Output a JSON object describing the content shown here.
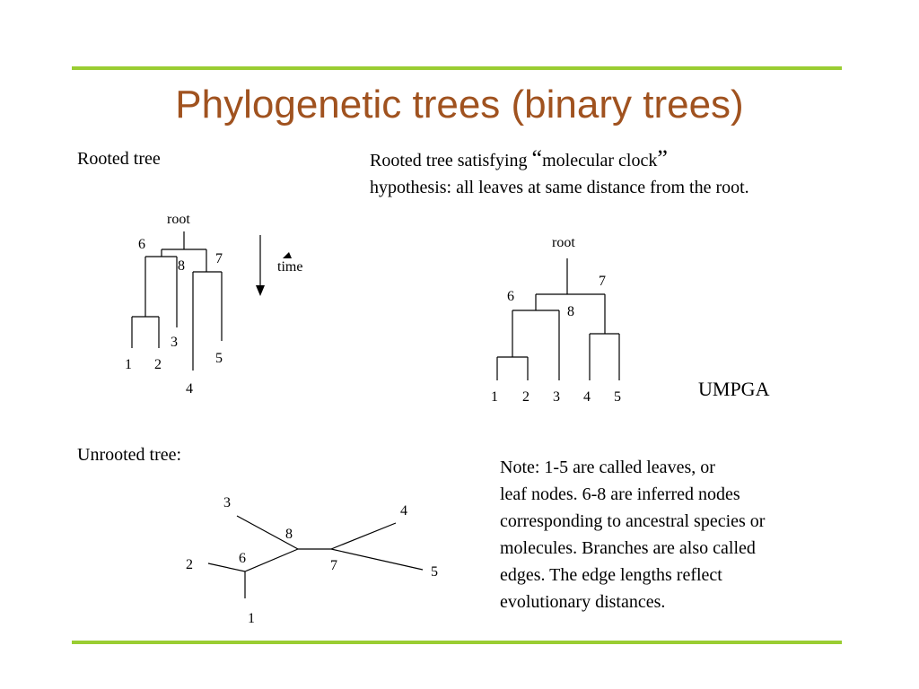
{
  "title": "Phylogenetic trees (binary trees)",
  "rooted": {
    "heading": "Rooted tree",
    "root_label": "root",
    "node_labels": {
      "n6": "6",
      "n7": "7",
      "n8": "8"
    },
    "leaf_labels": {
      "l1": "1",
      "l2": "2",
      "l3": "3",
      "l4": "4",
      "l5": "5"
    },
    "time_label": "time"
  },
  "clock": {
    "heading_line1_prefix": "Rooted tree satisfying ",
    "open_quote": "“",
    "heading_line1_term": "molecular clock",
    "close_quote": "”",
    "heading_line2": "hypothesis: all leaves at same distance from the root.",
    "root_label": "root",
    "node_labels": {
      "n6": "6",
      "n7": "7",
      "n8": "8"
    },
    "leaf_labels": {
      "l1": "1",
      "l2": "2",
      "l3": "3",
      "l4": "4",
      "l5": "5"
    },
    "method_label": "UMPGA"
  },
  "unrooted": {
    "heading": "Unrooted tree:",
    "node_labels": {
      "n6": "6",
      "n7": "7",
      "n8": "8"
    },
    "leaf_labels": {
      "l1": "1",
      "l2": "2",
      "l3": "3",
      "l4": "4",
      "l5": "5"
    }
  },
  "note": {
    "lines": [
      "Note: 1-5 are called leaves, or",
      "leaf nodes. 6-8 are inferred nodes",
      "corresponding to ancestral species or",
      "molecules. Branches are also called",
      "edges. The edge lengths reflect",
      "evolutionary distances."
    ]
  }
}
